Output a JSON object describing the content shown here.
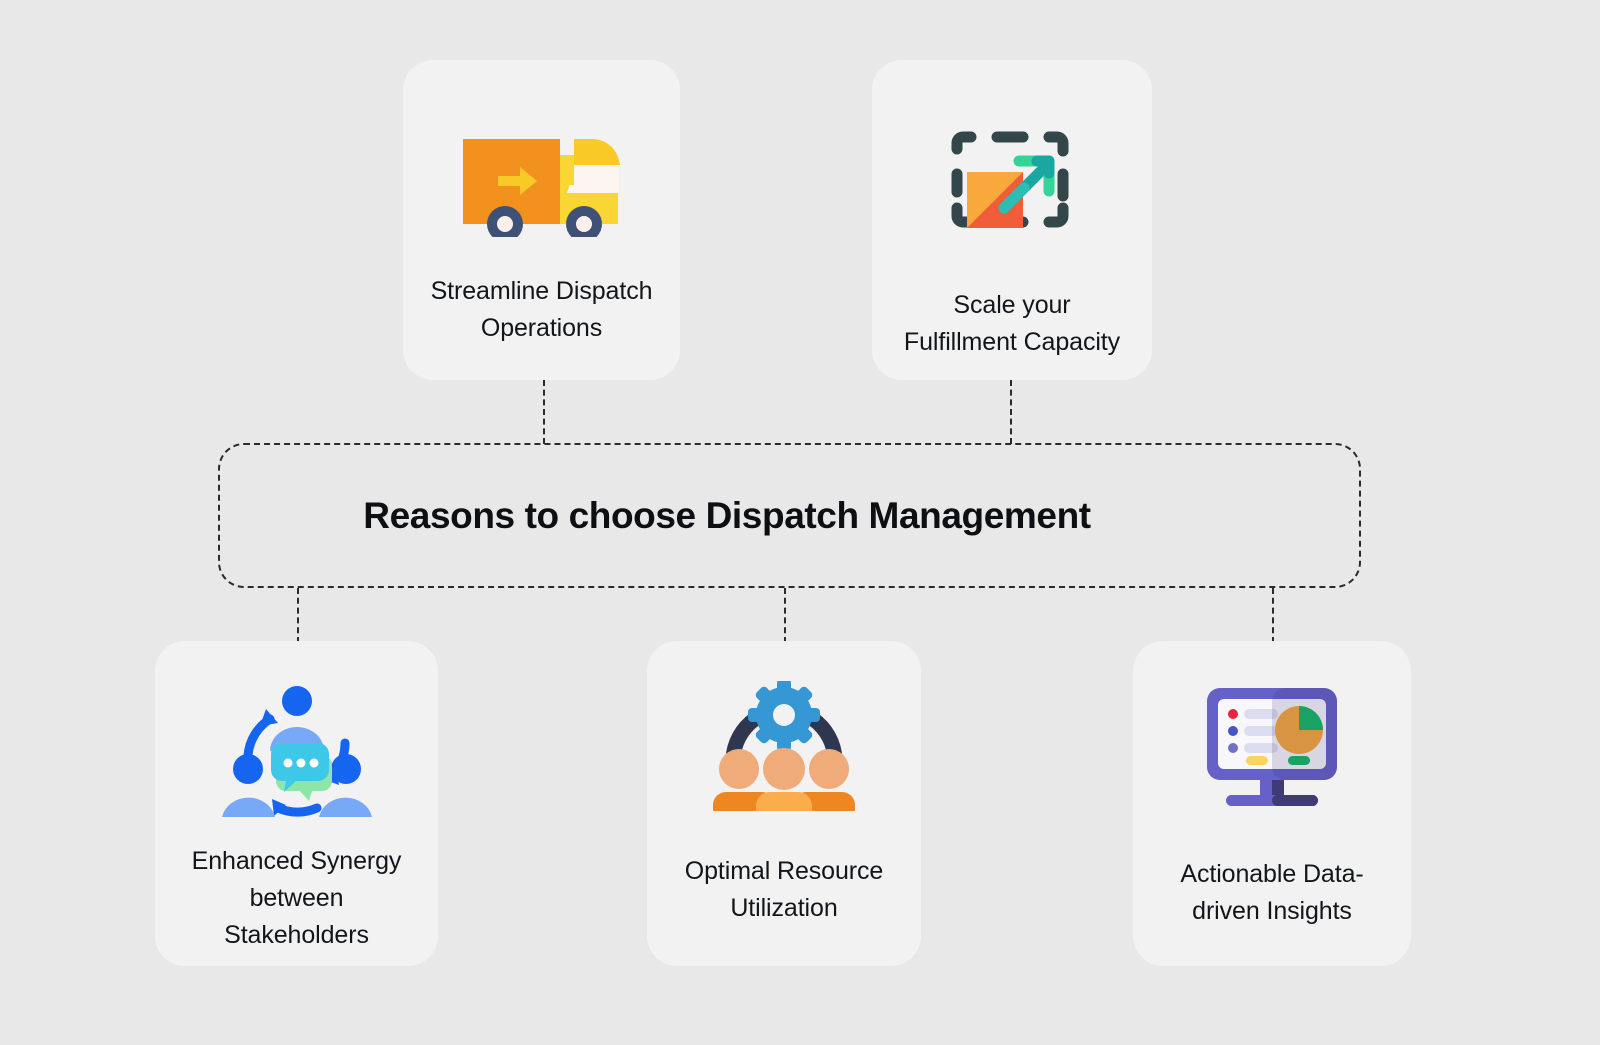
{
  "center": {
    "title": "Reasons to choose Dispatch Management"
  },
  "colors": {
    "background": "#e8e8e8",
    "card_background": "#f2f2f2",
    "text": "#12151a",
    "dash_line": "#2b2b2b",
    "truck_body_orange": "#f2911e",
    "truck_cab_yellow": "#f9d633",
    "truck_wheel_navy": "#3f5177",
    "scale_bracket_dark": "#33474a",
    "scale_square_orange": "#f9a93c",
    "scale_square_red": "#ef5e39",
    "scale_arrow_teal": "#19a7a0",
    "scale_arrow_green": "#34d399",
    "synergy_blue_dark": "#1565f0",
    "synergy_blue_light": "#78a9f7",
    "synergy_chat_cyan": "#3ec8e8",
    "synergy_chat_green": "#8ce6a8",
    "gear_blue": "#3597d3",
    "person_skin": "#efab79",
    "person_body_orange": "#ee8722",
    "person_body_light": "#f9ad4b",
    "monitor_purple": "#6661c9",
    "monitor_purple_dark": "#3f3b75",
    "pie_orange": "#f9a93c",
    "pie_green": "#16b866",
    "dot_red": "#e8253a",
    "dot_blue": "#4455c7"
  },
  "top_cards": [
    {
      "id": "dispatch",
      "icon_name": "delivery-truck-icon",
      "label": "Streamline Dispatch\nOperations"
    },
    {
      "id": "scale",
      "icon_name": "scale-expand-icon",
      "label": "Scale your\nFulfillment Capacity"
    }
  ],
  "bottom_cards": [
    {
      "id": "synergy",
      "icon_name": "people-collaboration-icon",
      "label": "Enhanced Synergy\nbetween\nStakeholders"
    },
    {
      "id": "resource",
      "icon_name": "team-gear-icon",
      "label": "Optimal Resource\nUtilization"
    },
    {
      "id": "insights",
      "icon_name": "analytics-monitor-icon",
      "label": "Actionable Data-\ndriven Insights"
    }
  ]
}
